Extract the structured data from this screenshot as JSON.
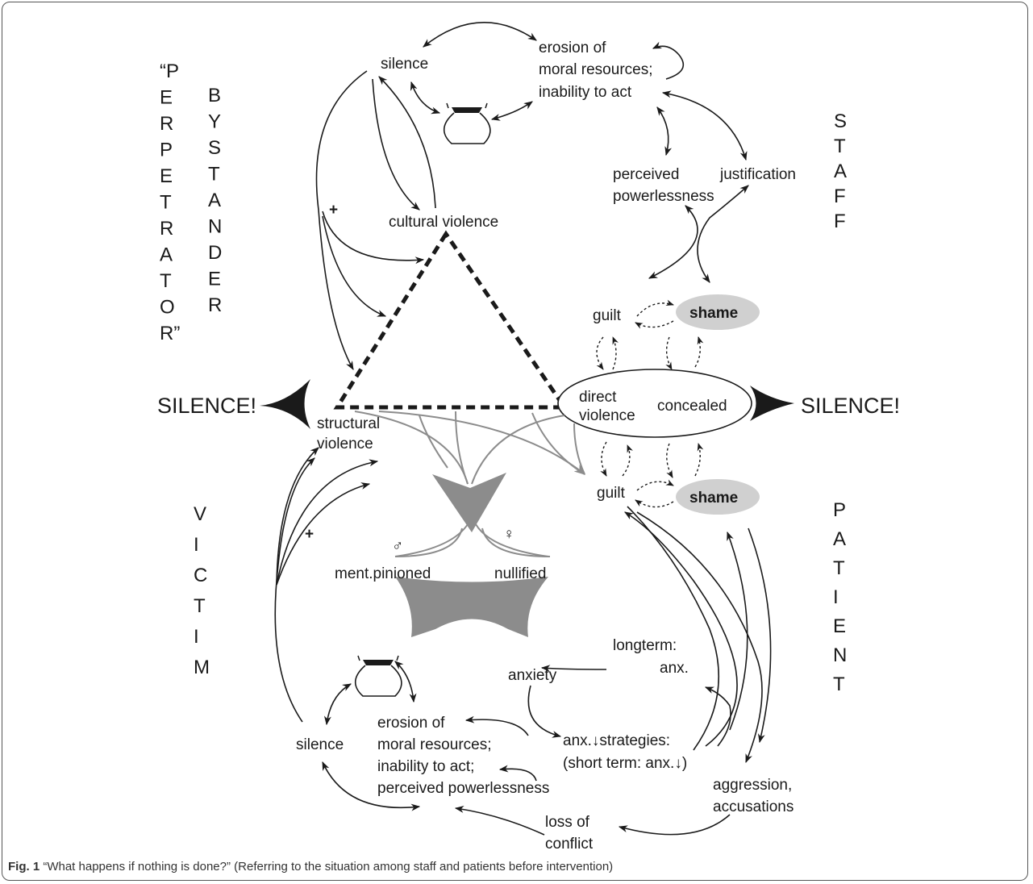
{
  "labels": {
    "silence_top": "silence",
    "erosion_top_1": "erosion of",
    "erosion_top_2": "moral resources;",
    "erosion_top_3": "inability to act",
    "perceived_1": "perceived",
    "perceived_2": "powerlessness",
    "justification": "justification",
    "cultural_violence": "cultural violence",
    "guilt_top": "guilt",
    "shame_top": "shame",
    "direct_1": "direct",
    "direct_2": "violence",
    "concealed": "concealed",
    "silence_left": "SILENCE!",
    "silence_right": "SILENCE!",
    "structural_1": "structural",
    "structural_2": "violence",
    "guilt_bottom": "guilt",
    "shame_bottom": "shame",
    "plus_top": "+",
    "plus_bottom": "+",
    "male_symbol": "♂",
    "female_symbol": "♀",
    "ment_pinioned": "ment.pinioned",
    "nullified": "nullified",
    "longterm_1": "longterm:",
    "longterm_2": "anx.",
    "anxiety": "anxiety",
    "strategies_1": "anx.↓strategies:",
    "strategies_2": "(short  term: anx.↓)",
    "silence_bottom": "silence",
    "erosion_bot_1": "erosion of",
    "erosion_bot_2": "moral resources;",
    "erosion_bot_3": "inability to act;",
    "erosion_bot_4": "perceived powerlessness",
    "aggression_1": "aggression,",
    "aggression_2": "accusations",
    "loss_1": "loss of",
    "loss_2": "conflict"
  },
  "vertical": {
    "perpetrator": [
      "“P",
      "E",
      "R",
      "P",
      "E",
      "T",
      "R",
      "A",
      "T",
      "O",
      "R”"
    ],
    "bystander": [
      "B",
      "Y",
      "S",
      "T",
      "A",
      "N",
      "D",
      "E",
      "R"
    ],
    "staff": [
      "S",
      "T",
      "A",
      "F",
      "F"
    ],
    "victim": [
      "V",
      "I",
      "C",
      "T",
      "I",
      "M"
    ],
    "patient": [
      "P",
      "A",
      "T",
      "I",
      "E",
      "N",
      "T"
    ]
  },
  "caption": {
    "label": "Fig. 1",
    "text": " “What happens if nothing is done?” (Referring to the situation among staff and patients before intervention)"
  },
  "colors": {
    "line": "#1a1a1a",
    "grey_arrow": "#8c8c8c",
    "shame_fill": "#d0d0d0"
  }
}
